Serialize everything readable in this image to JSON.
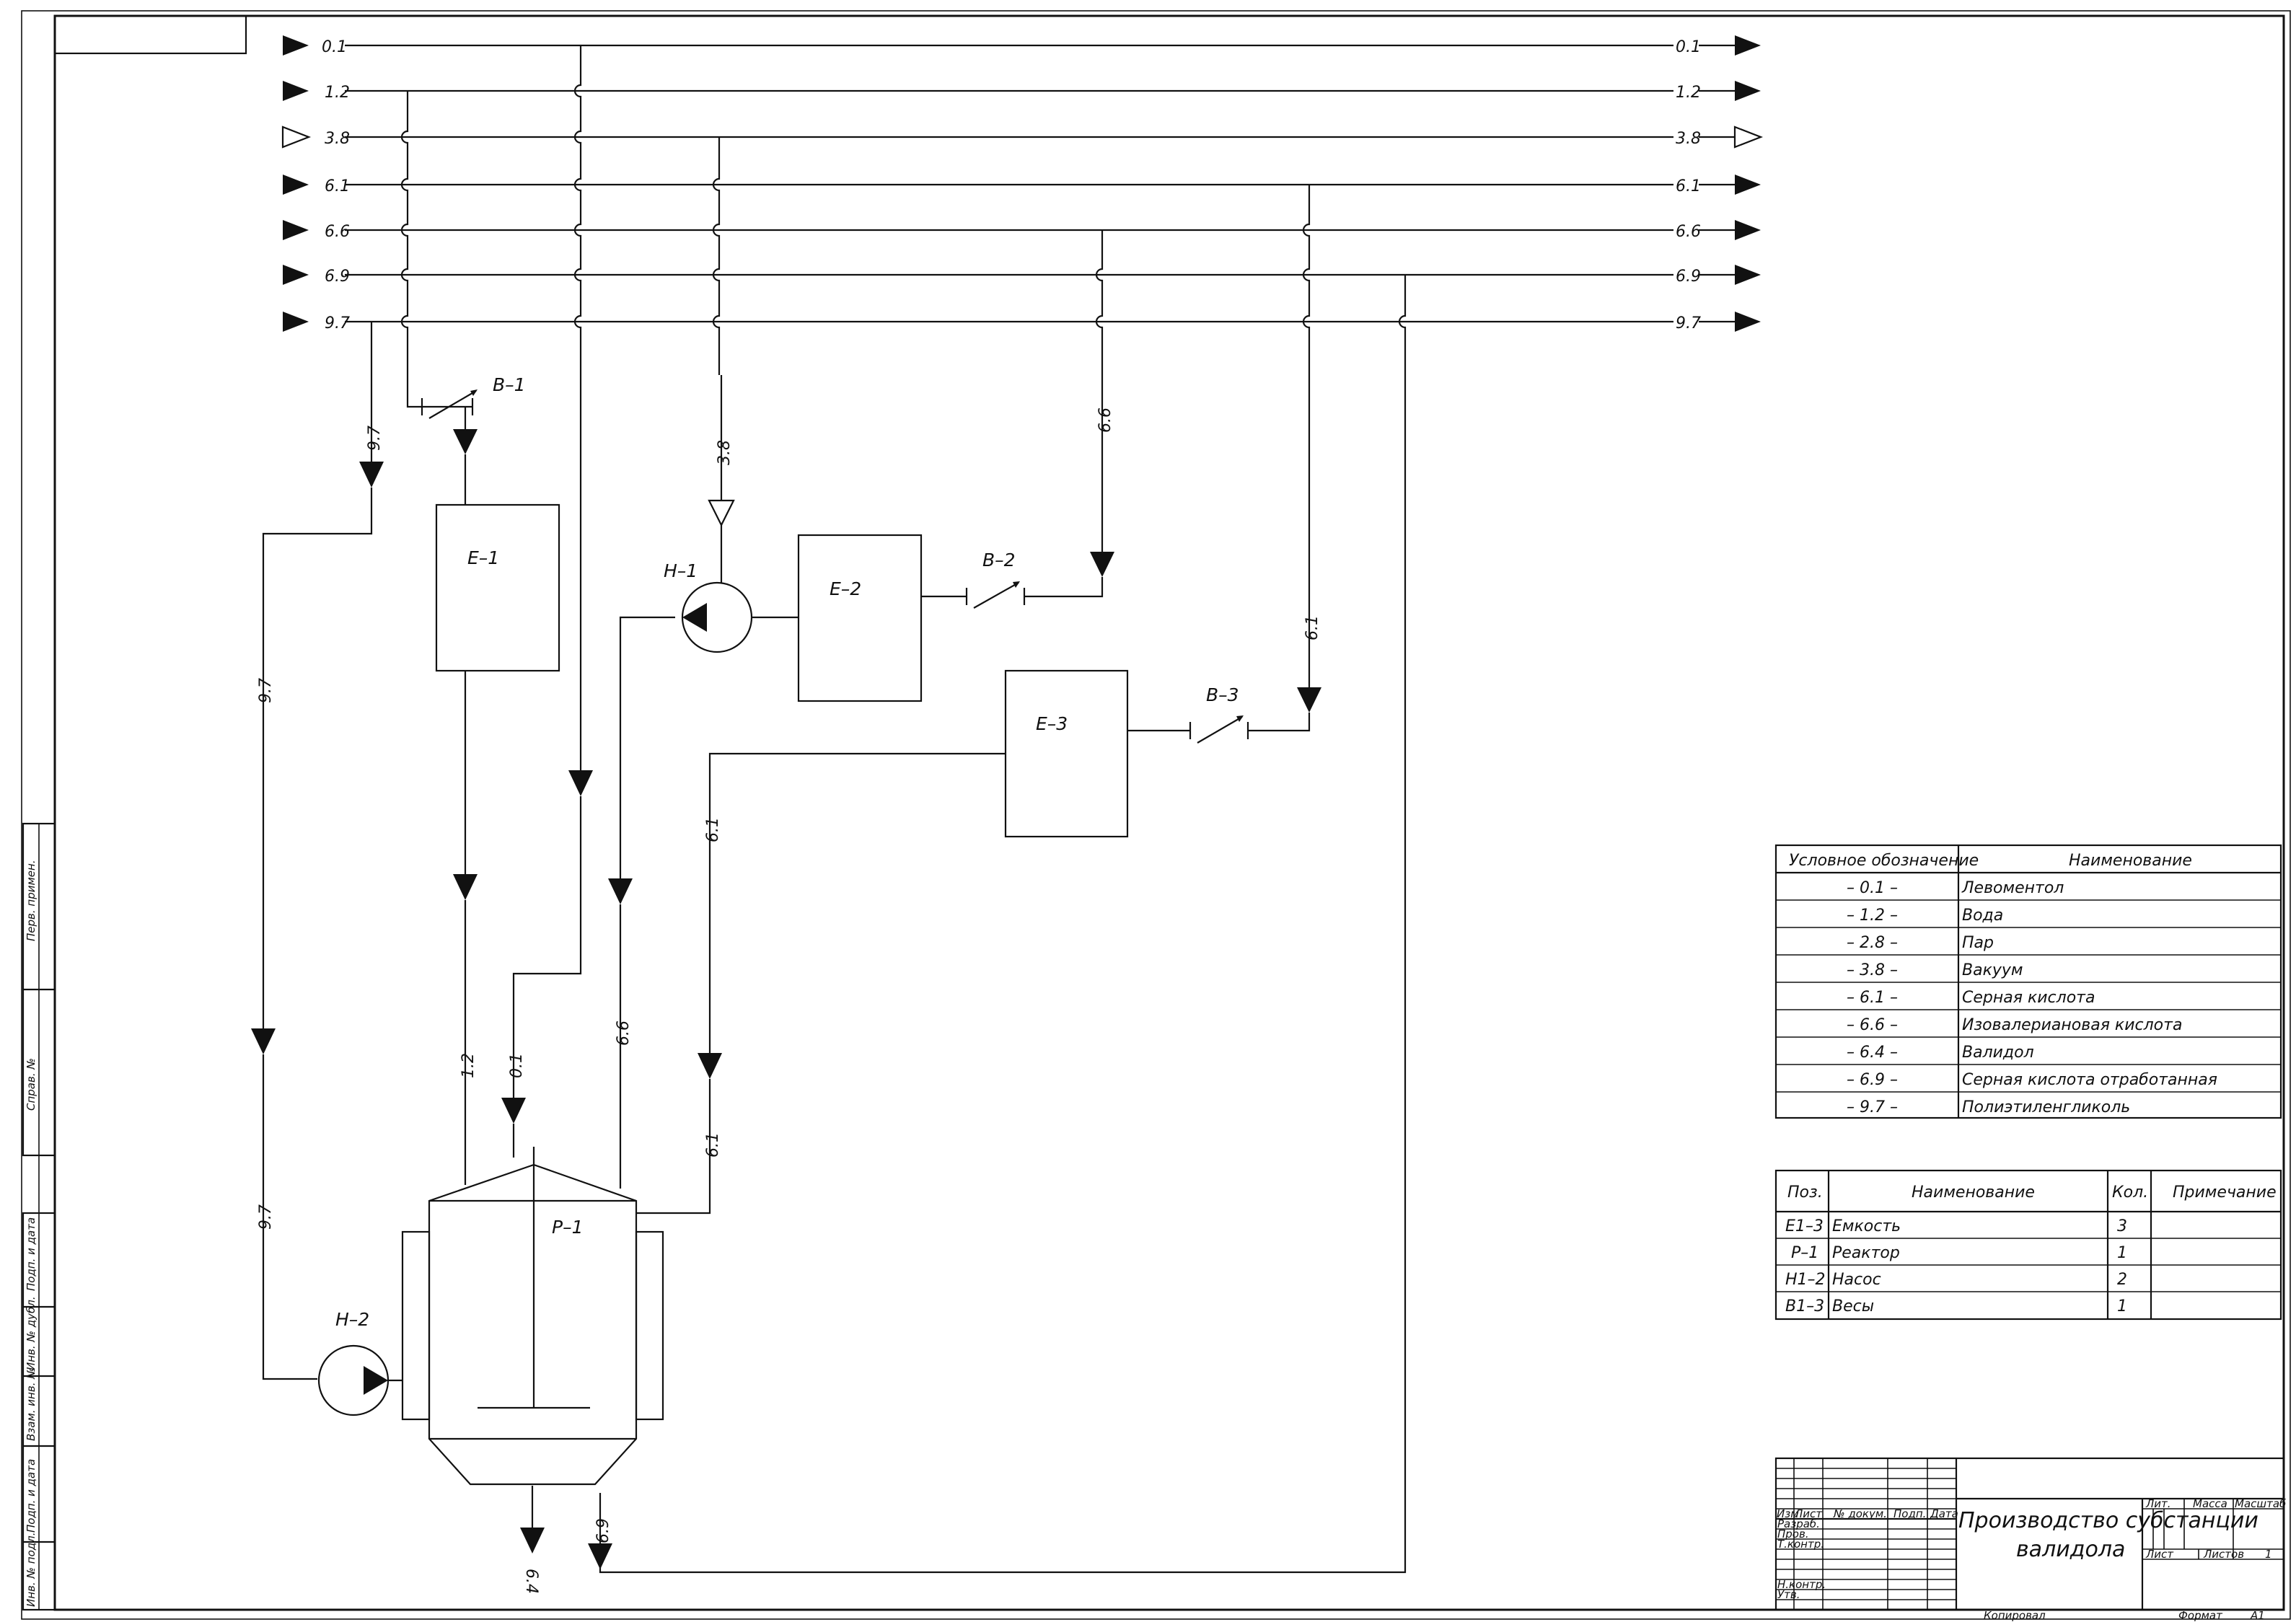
{
  "lines": [
    {
      "code": "0.1",
      "style": "filled"
    },
    {
      "code": "1.2",
      "style": "filled"
    },
    {
      "code": "3.8",
      "style": "hollow"
    },
    {
      "code": "6.1",
      "style": "filled"
    },
    {
      "code": "6.6",
      "style": "filled"
    },
    {
      "code": "6.9",
      "style": "filled"
    },
    {
      "code": "9.7",
      "style": "filled"
    }
  ],
  "equipment": {
    "E1": "Е–1",
    "E2": "Е–2",
    "E3": "Е–3",
    "P1": "Р–1",
    "H1": "Н–1",
    "H2": "Н–2",
    "B1": "В–1",
    "B2": "В–2",
    "B3": "В–3"
  },
  "flow_labels": {
    "l97_top": "9.7",
    "l97_mid": "9.7",
    "l97_low": "9.7",
    "l38": "3.8",
    "l66_top": "6.6",
    "l66_mid": "6.6",
    "l61_top": "6.1",
    "l61_mid": "6.1",
    "l61_low": "6.1",
    "l12": "1.2",
    "l01": "0.1",
    "l69": "6.9",
    "l64": "6.4"
  },
  "legend": {
    "header_code": "Условное обозначение",
    "header_name": "Наименование",
    "rows": [
      {
        "code": "– 0.1 –",
        "name": "Левоментол"
      },
      {
        "code": "– 1.2 –",
        "name": "Вода"
      },
      {
        "code": "– 2.8 –",
        "name": "Пар"
      },
      {
        "code": "– 3.8 –",
        "name": "Вакуум"
      },
      {
        "code": "– 6.1 –",
        "name": "Серная кислота"
      },
      {
        "code": "– 6.6 –",
        "name": "Изовалериановая кислота"
      },
      {
        "code": "– 6.4 –",
        "name": "Валидол"
      },
      {
        "code": "– 6.9 –",
        "name": "Серная кислота отработанная"
      },
      {
        "code": "– 9.7 –",
        "name": "Полиэтиленгликоль"
      }
    ]
  },
  "spec": {
    "headers": {
      "pos": "Поз.",
      "name": "Наименование",
      "qty": "Кол.",
      "note": "Примечание"
    },
    "rows": [
      {
        "pos": "Е1–3",
        "name": "Емкость",
        "qty": "3",
        "note": ""
      },
      {
        "pos": "Р–1",
        "name": "Реактор",
        "qty": "1",
        "note": ""
      },
      {
        "pos": "Н1–2",
        "name": "Насос",
        "qty": "2",
        "note": ""
      },
      {
        "pos": "В1–3",
        "name": "Весы",
        "qty": "1",
        "note": ""
      }
    ]
  },
  "title_block": {
    "title_line1": "Производство субстанции",
    "title_line2": "валидола",
    "col_izm": "Изм",
    "col_list": "Лист",
    "col_doc": "№ докум.",
    "col_podp": "Подп.",
    "col_date": "Дата",
    "rows": [
      "Разраб.",
      "Пров.",
      "Т.контр.",
      "",
      "Н.контр.",
      "Утв."
    ],
    "lit": "Лит.",
    "massa": "Масса",
    "masshtab": "Масштаб",
    "list": "Лист",
    "listov": "Листов",
    "listov_val": "1",
    "copied": "Копировал",
    "format": "Формат",
    "format_val": "А1"
  },
  "side_stamps": [
    "Перв. примен.",
    "Справ. №",
    "Подп. и дата",
    "Инв. № дубл.",
    "Взам. инв. №",
    "Подп. и дата",
    "Инв. № подл."
  ]
}
